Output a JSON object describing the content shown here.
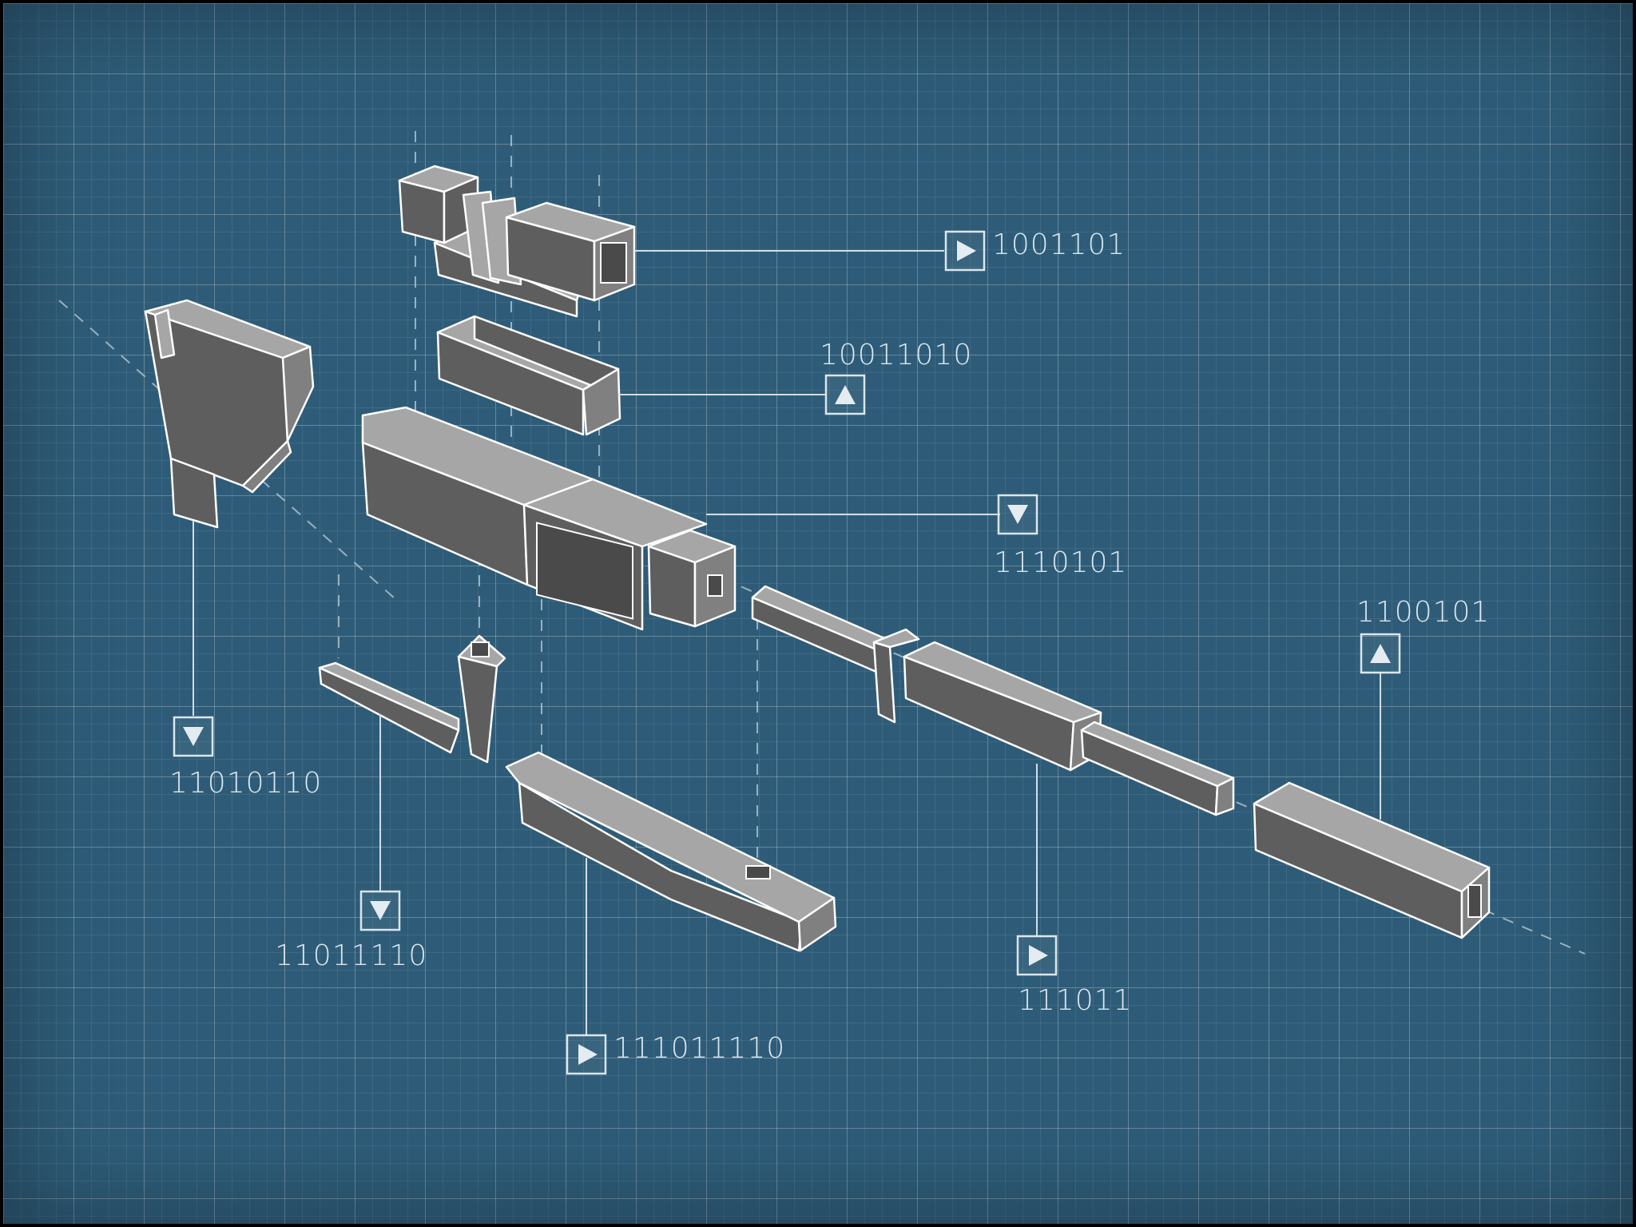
{
  "callouts": [
    {
      "id": "part-a",
      "label": "1001101",
      "direction": "right"
    },
    {
      "id": "part-b",
      "label": "10011010",
      "direction": "up"
    },
    {
      "id": "part-c",
      "label": "1110101",
      "direction": "down"
    },
    {
      "id": "part-d",
      "label": "1100101",
      "direction": "up"
    },
    {
      "id": "part-e",
      "label": "11010110",
      "direction": "down"
    },
    {
      "id": "part-f",
      "label": "11011110",
      "direction": "down"
    },
    {
      "id": "part-g",
      "label": "111011110",
      "direction": "right"
    },
    {
      "id": "part-h",
      "label": "111011",
      "direction": "right"
    }
  ],
  "colors": {
    "background": "#2e5c78",
    "part_top": "#a6a6a6",
    "part_side": "#5e5e5e",
    "outline": "#ffffff"
  },
  "icons": [
    "triangle-right-icon",
    "triangle-up-icon",
    "triangle-down-icon"
  ]
}
